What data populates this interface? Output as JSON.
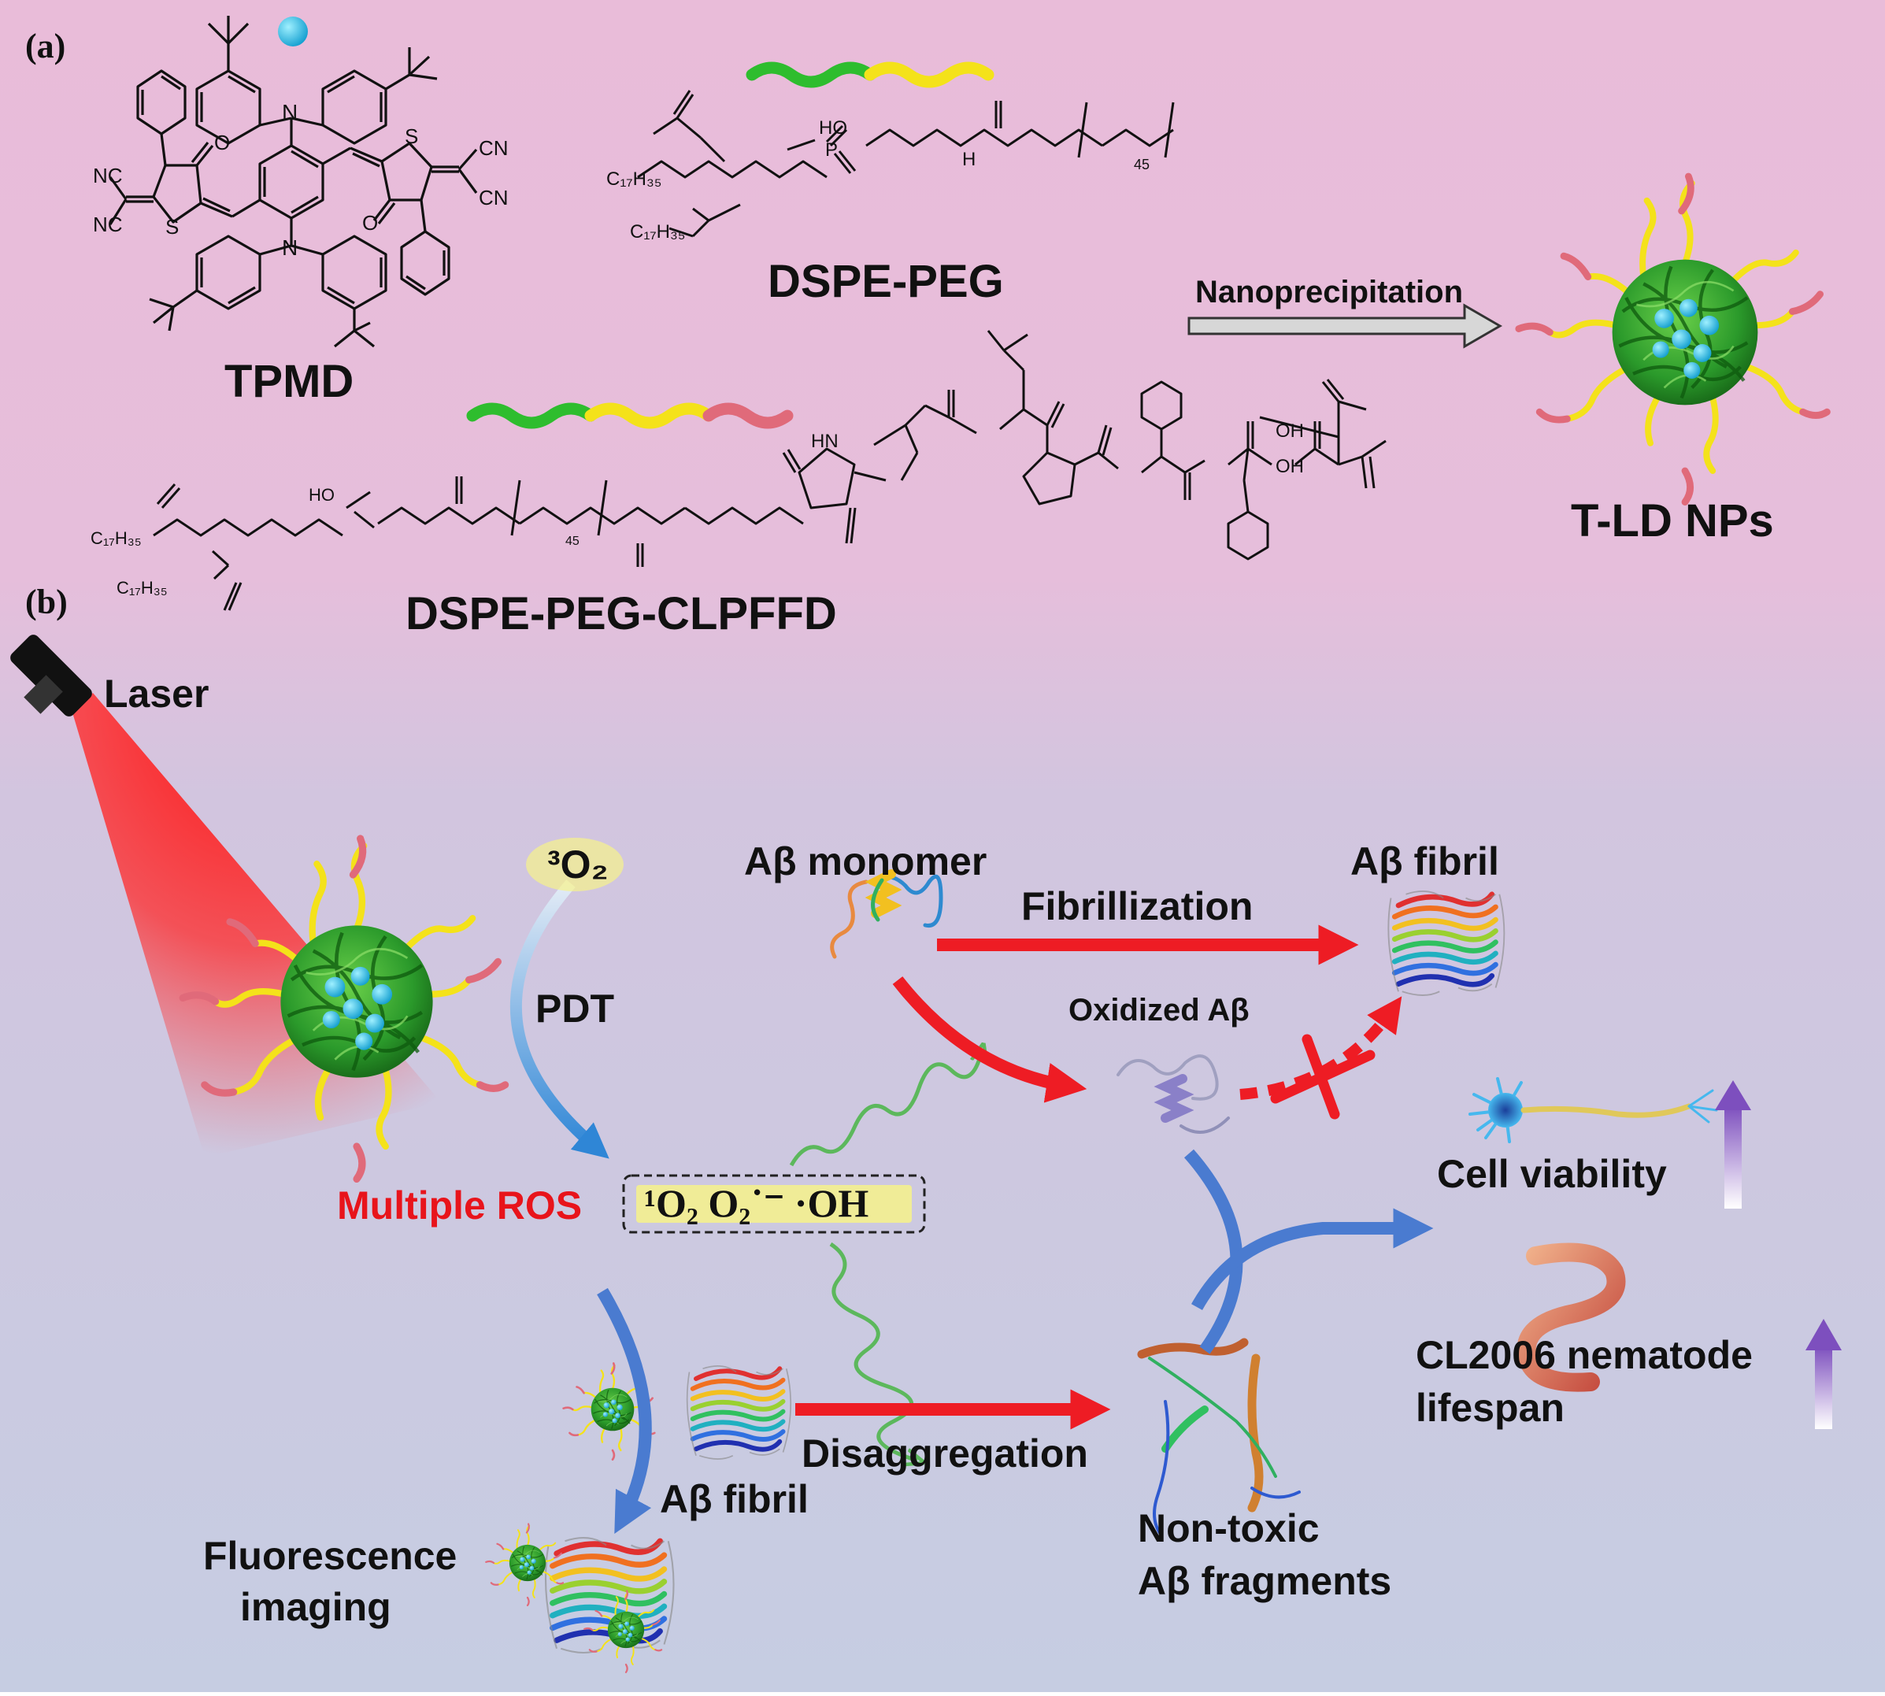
{
  "panels": {
    "a": "(a)",
    "b": "(b)"
  },
  "molecules": {
    "tpmd": "TPMD",
    "dspe_peg": "DSPE-PEG",
    "dspe_peg_clpffd": "DSPE-PEG-CLPFFD",
    "atom_labels": {
      "nc": "NC",
      "cn": "CN",
      "n": "N",
      "s": "S",
      "o": "O",
      "ho": "HO",
      "p": "P",
      "h": "H",
      "hn": "HN",
      "oh": "OH",
      "c17h35": "C₁₇H₃₅",
      "n45": "45"
    }
  },
  "process": {
    "arrow": "Nanoprecipitation",
    "product": "T-LD NPs"
  },
  "scheme": {
    "laser": "Laser",
    "oxygen_triplet": "³O₂",
    "pdt": "PDT",
    "multiple_ros": "Multiple ROS",
    "ros_species": "¹O₂ O₂˙⁻ ·OH",
    "abeta_monomer": "Aβ monomer",
    "fibrillization": "Fibrillization",
    "abeta_fibril_top": "Aβ fibril",
    "oxidized_abeta": "Oxidized Aβ",
    "cell_viability": "Cell viability",
    "nematode": [
      "CL2006 nematode",
      "lifespan"
    ],
    "disaggregation": "Disaggregation",
    "abeta_fibril_bottom": "Aβ fibril",
    "non_toxic": [
      "Non-toxic",
      "Aβ fragments"
    ],
    "fluorescence": [
      "Fluorescence",
      "imaging"
    ]
  },
  "colors": {
    "bg_top": "#e9bcd9",
    "bg_bottom": "#c6cce1",
    "red_arrow": "#ee1c24",
    "blue_arrow": "#4a7bd0",
    "wave_green": "#5cb85c",
    "np_green": "#2e9e2e",
    "peg_yellow": "#f4e21a",
    "peptide_pink": "#e06a7a",
    "core_cyan": "#22b5e0",
    "up_arrow_purple": "#8a5cc0"
  }
}
